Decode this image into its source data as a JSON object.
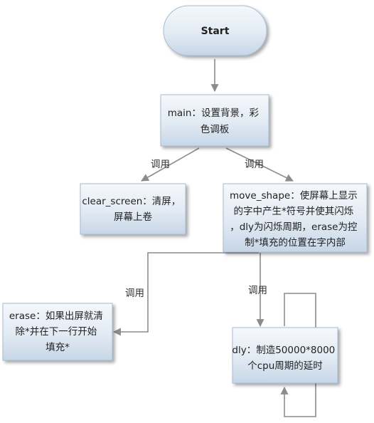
{
  "nodes": {
    "start": "Start",
    "main": [
      "main：设置背景，彩",
      "色调板"
    ],
    "clear_screen": [
      "clear_screen：清屏，",
      "屏幕上卷"
    ],
    "move_shape": [
      "move_shape：使屏幕上显示",
      "的字中产生*符号并使其闪烁",
      "，dly为闪烁周期，erase为控",
      "制*填充的位置在字内部"
    ],
    "erase": [
      "erase：如果出屏就清",
      "除*并在下一行开始",
      "填充*"
    ],
    "dly": [
      "dly：制造50000*8000",
      "个cpu周期的延时"
    ]
  },
  "edges": {
    "main_to_clear": "调用",
    "main_to_move": "调用",
    "move_to_erase": "调用",
    "move_to_dly": "调用"
  },
  "colors": {
    "box_top": "#f4f7fb",
    "box_bottom": "#c9d8e8",
    "box_border": "#a9bccf",
    "edge": "#8c8c8c"
  }
}
